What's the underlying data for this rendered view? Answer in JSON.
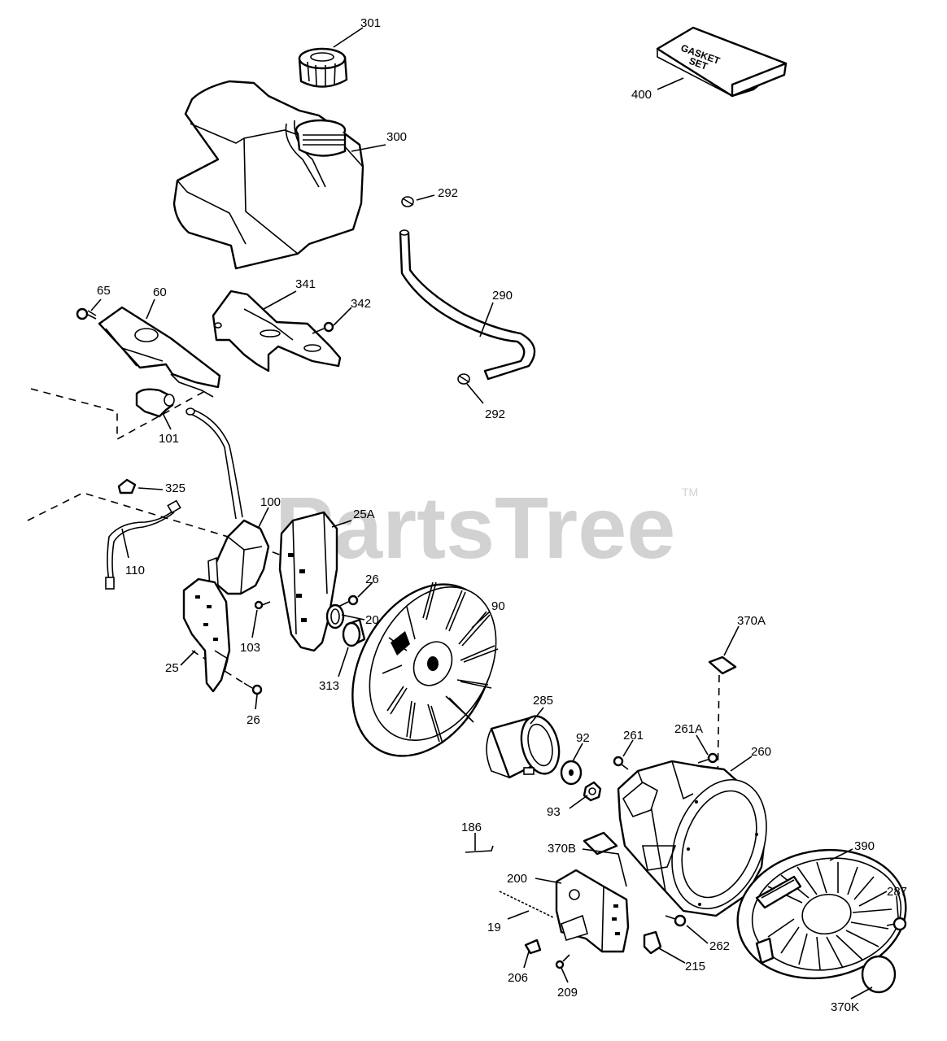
{
  "watermark": {
    "text": "PartsTree",
    "trademark": "TM"
  },
  "gasket_label": {
    "line1": "GASKET",
    "line2": "SET"
  },
  "callouts": {
    "c301": "301",
    "c400": "400",
    "c300": "300",
    "c292a": "292",
    "c65": "65",
    "c60": "60",
    "c341": "341",
    "c342": "342",
    "c290": "290",
    "c292b": "292",
    "c101": "101",
    "c325": "325",
    "c100": "100",
    "c25A": "25A",
    "c110": "110",
    "c26a": "26",
    "c20": "20",
    "c90": "90",
    "c103": "103",
    "c313": "313",
    "c25": "25",
    "c26b": "26",
    "c370A": "370A",
    "c285": "285",
    "c92": "92",
    "c261": "261",
    "c261A": "261A",
    "c260": "260",
    "c93": "93",
    "c186": "186",
    "c370B": "370B",
    "c390": "390",
    "c200": "200",
    "c287": "287",
    "c19": "19",
    "c262": "262",
    "c215": "215",
    "c206": "206",
    "c209": "209",
    "c370K": "370K"
  }
}
